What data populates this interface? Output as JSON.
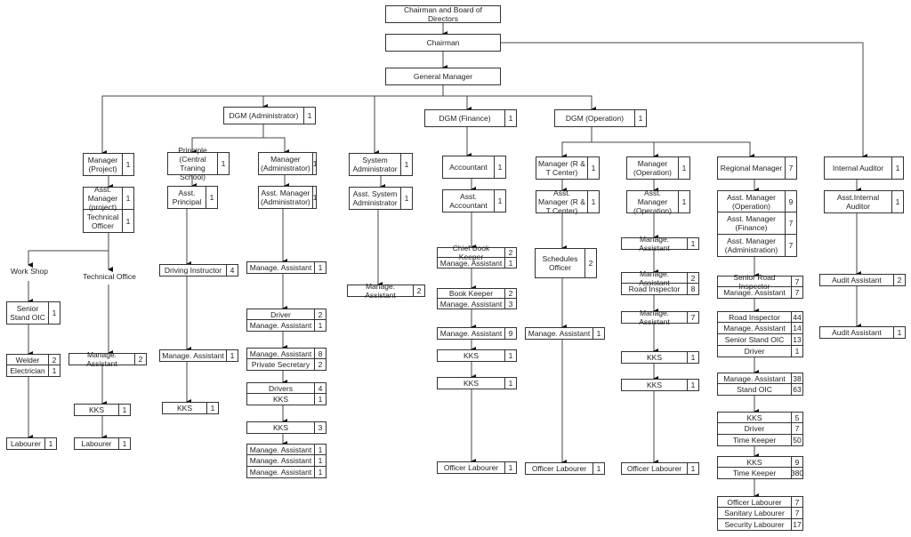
{
  "title": "Organization Chart",
  "top": {
    "board": "Chairman and Board of Directors",
    "chairman": "Chairman",
    "gm": "General Manager"
  },
  "nodes": {
    "dgm_admin": [
      {
        "label": "DGM (Administrator)",
        "count": "1"
      }
    ],
    "dgm_fin": [
      {
        "label": "DGM (Finance)",
        "count": "1"
      }
    ],
    "dgm_op": [
      {
        "label": "DGM (Operation)",
        "count": "1"
      }
    ],
    "mgr_project": [
      {
        "label": "Manager (Project)",
        "count": "1"
      }
    ],
    "asst_mgr_project": [
      {
        "label": "Asst. Manager (project)",
        "count": "1"
      },
      {
        "label": "Technical Officer",
        "count": "1"
      }
    ],
    "workshop_label": "Work Shop",
    "techoffice_label": "Technical Office",
    "senior_stand_oic": [
      {
        "label": "Senior Stand OIC",
        "count": "1"
      }
    ],
    "welder": [
      {
        "label": "Welder",
        "count": "2"
      },
      {
        "label": "Electrician",
        "count": "1"
      }
    ],
    "labourer_ws": [
      {
        "label": "Labourer",
        "count": "1"
      }
    ],
    "to_ma": [
      {
        "label": "Manage. Assistant",
        "count": "2"
      }
    ],
    "to_kks": [
      {
        "label": "KKS",
        "count": "1"
      }
    ],
    "labourer_to": [
      {
        "label": "Labourer",
        "count": "1"
      }
    ],
    "principle": [
      {
        "label": "Principle (Central Traning School)",
        "count": "1"
      }
    ],
    "asst_principal": [
      {
        "label": "Asst. Principal",
        "count": "1"
      }
    ],
    "driving_instr": [
      {
        "label": "Driving Instructor",
        "count": "4"
      }
    ],
    "cts_ma": [
      {
        "label": "Manage. Assistant",
        "count": "1"
      }
    ],
    "cts_kks": [
      {
        "label": "KKS",
        "count": "1"
      }
    ],
    "mgr_admin": [
      {
        "label": "Manager (Administrator)",
        "count": "1"
      }
    ],
    "asst_mgr_admin": [
      {
        "label": "Asst. Manager (Administrator)",
        "count": "1"
      }
    ],
    "adm_ma1": [
      {
        "label": "Manage. Assistant",
        "count": "1"
      }
    ],
    "adm_driver": [
      {
        "label": "Driver",
        "count": "2"
      },
      {
        "label": "Manage. Assistant",
        "count": "1"
      }
    ],
    "adm_ma8": [
      {
        "label": "Manage. Assistant",
        "count": "8"
      },
      {
        "label": "Private Secretary",
        "count": "2"
      }
    ],
    "adm_drivers": [
      {
        "label": "Drivers",
        "count": "4"
      },
      {
        "label": "KKS",
        "count": "1"
      }
    ],
    "adm_kks3": [
      {
        "label": "KKS",
        "count": "3"
      }
    ],
    "adm_ma_multi": [
      {
        "label": "Manage. Assistant",
        "count": "1"
      },
      {
        "label": "Manage. Assistant",
        "count": "1"
      },
      {
        "label": "Manage. Assistant",
        "count": "1"
      }
    ],
    "sys_admin": [
      {
        "label": "System Administrator",
        "count": "1"
      }
    ],
    "asst_sys_admin": [
      {
        "label": "Asst. System Administrator",
        "count": "1"
      }
    ],
    "sys_ma": [
      {
        "label": "Manage. Assistant",
        "count": "2"
      }
    ],
    "accountant": [
      {
        "label": "Accountant",
        "count": "1"
      }
    ],
    "asst_accountant": [
      {
        "label": "Asst. Accountant",
        "count": "1"
      }
    ],
    "chief_bk": [
      {
        "label": "Chief Book Keeper",
        "count": "2"
      },
      {
        "label": "Manage. Assistant",
        "count": "1"
      }
    ],
    "bk": [
      {
        "label": "Book Keeper",
        "count": "2"
      },
      {
        "label": "Manage. Assistant",
        "count": "3"
      }
    ],
    "fin_ma9": [
      {
        "label": "Manage. Assistant",
        "count": "9"
      }
    ],
    "fin_kks1": [
      {
        "label": "KKS",
        "count": "1"
      }
    ],
    "fin_kks2": [
      {
        "label": "KKS",
        "count": "1"
      }
    ],
    "fin_ol": [
      {
        "label": "Officer Labourer",
        "count": "1"
      }
    ],
    "mgr_rt": [
      {
        "label": "Manager (R & T Center)",
        "count": "1"
      }
    ],
    "asst_mgr_rt": [
      {
        "label": "Asst. Manager (R & T Center)",
        "count": "1"
      }
    ],
    "sched_officer": [
      {
        "label": "Schedules Officer",
        "count": "2"
      }
    ],
    "rt_ma": [
      {
        "label": "Manage. Assistant",
        "count": "1"
      }
    ],
    "rt_ol": [
      {
        "label": "Officer Labourer",
        "count": "1"
      }
    ],
    "mgr_op": [
      {
        "label": "Manager (Operation)",
        "count": "1"
      }
    ],
    "asst_mgr_op": [
      {
        "label": "Asst. Manager (Operation)",
        "count": "1"
      }
    ],
    "op_ma1": [
      {
        "label": "Manage. Assistant",
        "count": "1"
      }
    ],
    "op_ma2": [
      {
        "label": "Manage. Assistant",
        "count": "2"
      },
      {
        "label": "Road Inspector",
        "count": "8"
      }
    ],
    "op_ma7": [
      {
        "label": "Manage. Assistant",
        "count": "7"
      }
    ],
    "op_kks1": [
      {
        "label": "KKS",
        "count": "1"
      }
    ],
    "op_kks2": [
      {
        "label": "KKS",
        "count": "1"
      }
    ],
    "op_ol": [
      {
        "label": "Officer Labourer",
        "count": "1"
      }
    ],
    "regional_mgr": [
      {
        "label": "Regional Manager",
        "count": "7"
      }
    ],
    "reg_asst": [
      {
        "label": "Asst. Manager (Operation)",
        "count": "9"
      },
      {
        "label": "Asst. Manager (Finance)",
        "count": "7"
      },
      {
        "label": "Asst. Manager (Administration)",
        "count": "7"
      }
    ],
    "reg_sri": [
      {
        "label": "Senior Road Inspector",
        "count": "7"
      },
      {
        "label": "Manage. Assistant",
        "count": "7"
      }
    ],
    "reg_ri": [
      {
        "label": "Road Inspector",
        "count": "44"
      },
      {
        "label": "Manage. Assistant",
        "count": "14"
      },
      {
        "label": "Senior Stand OIC",
        "count": "13"
      },
      {
        "label": "Driver",
        "count": "1"
      }
    ],
    "reg_ma38": [
      {
        "label": "Manage. Assistant",
        "count": "38"
      },
      {
        "label": "Stand OIC",
        "count": "63"
      }
    ],
    "reg_kks5": [
      {
        "label": "KKS",
        "count": "5"
      },
      {
        "label": "Driver",
        "count": "7"
      },
      {
        "label": "Time Keeper",
        "count": "50"
      }
    ],
    "reg_kks9": [
      {
        "label": "KKS",
        "count": "9"
      },
      {
        "label": "Time Keeper",
        "count": "380"
      }
    ],
    "reg_lab": [
      {
        "label": "Officer Labourer",
        "count": "7"
      },
      {
        "label": "Sanitary Labourer",
        "count": "7"
      },
      {
        "label": "Security Labourer",
        "count": "17"
      }
    ],
    "internal_auditor": [
      {
        "label": "Internal Auditor",
        "count": "1"
      }
    ],
    "asst_internal_auditor": [
      {
        "label": "Asst.Internal Auditor",
        "count": "1"
      }
    ],
    "audit_asst2": [
      {
        "label": "Audit Assistant",
        "count": "2"
      }
    ],
    "audit_asst1": [
      {
        "label": "Audit Assistant",
        "count": "1"
      }
    ]
  }
}
